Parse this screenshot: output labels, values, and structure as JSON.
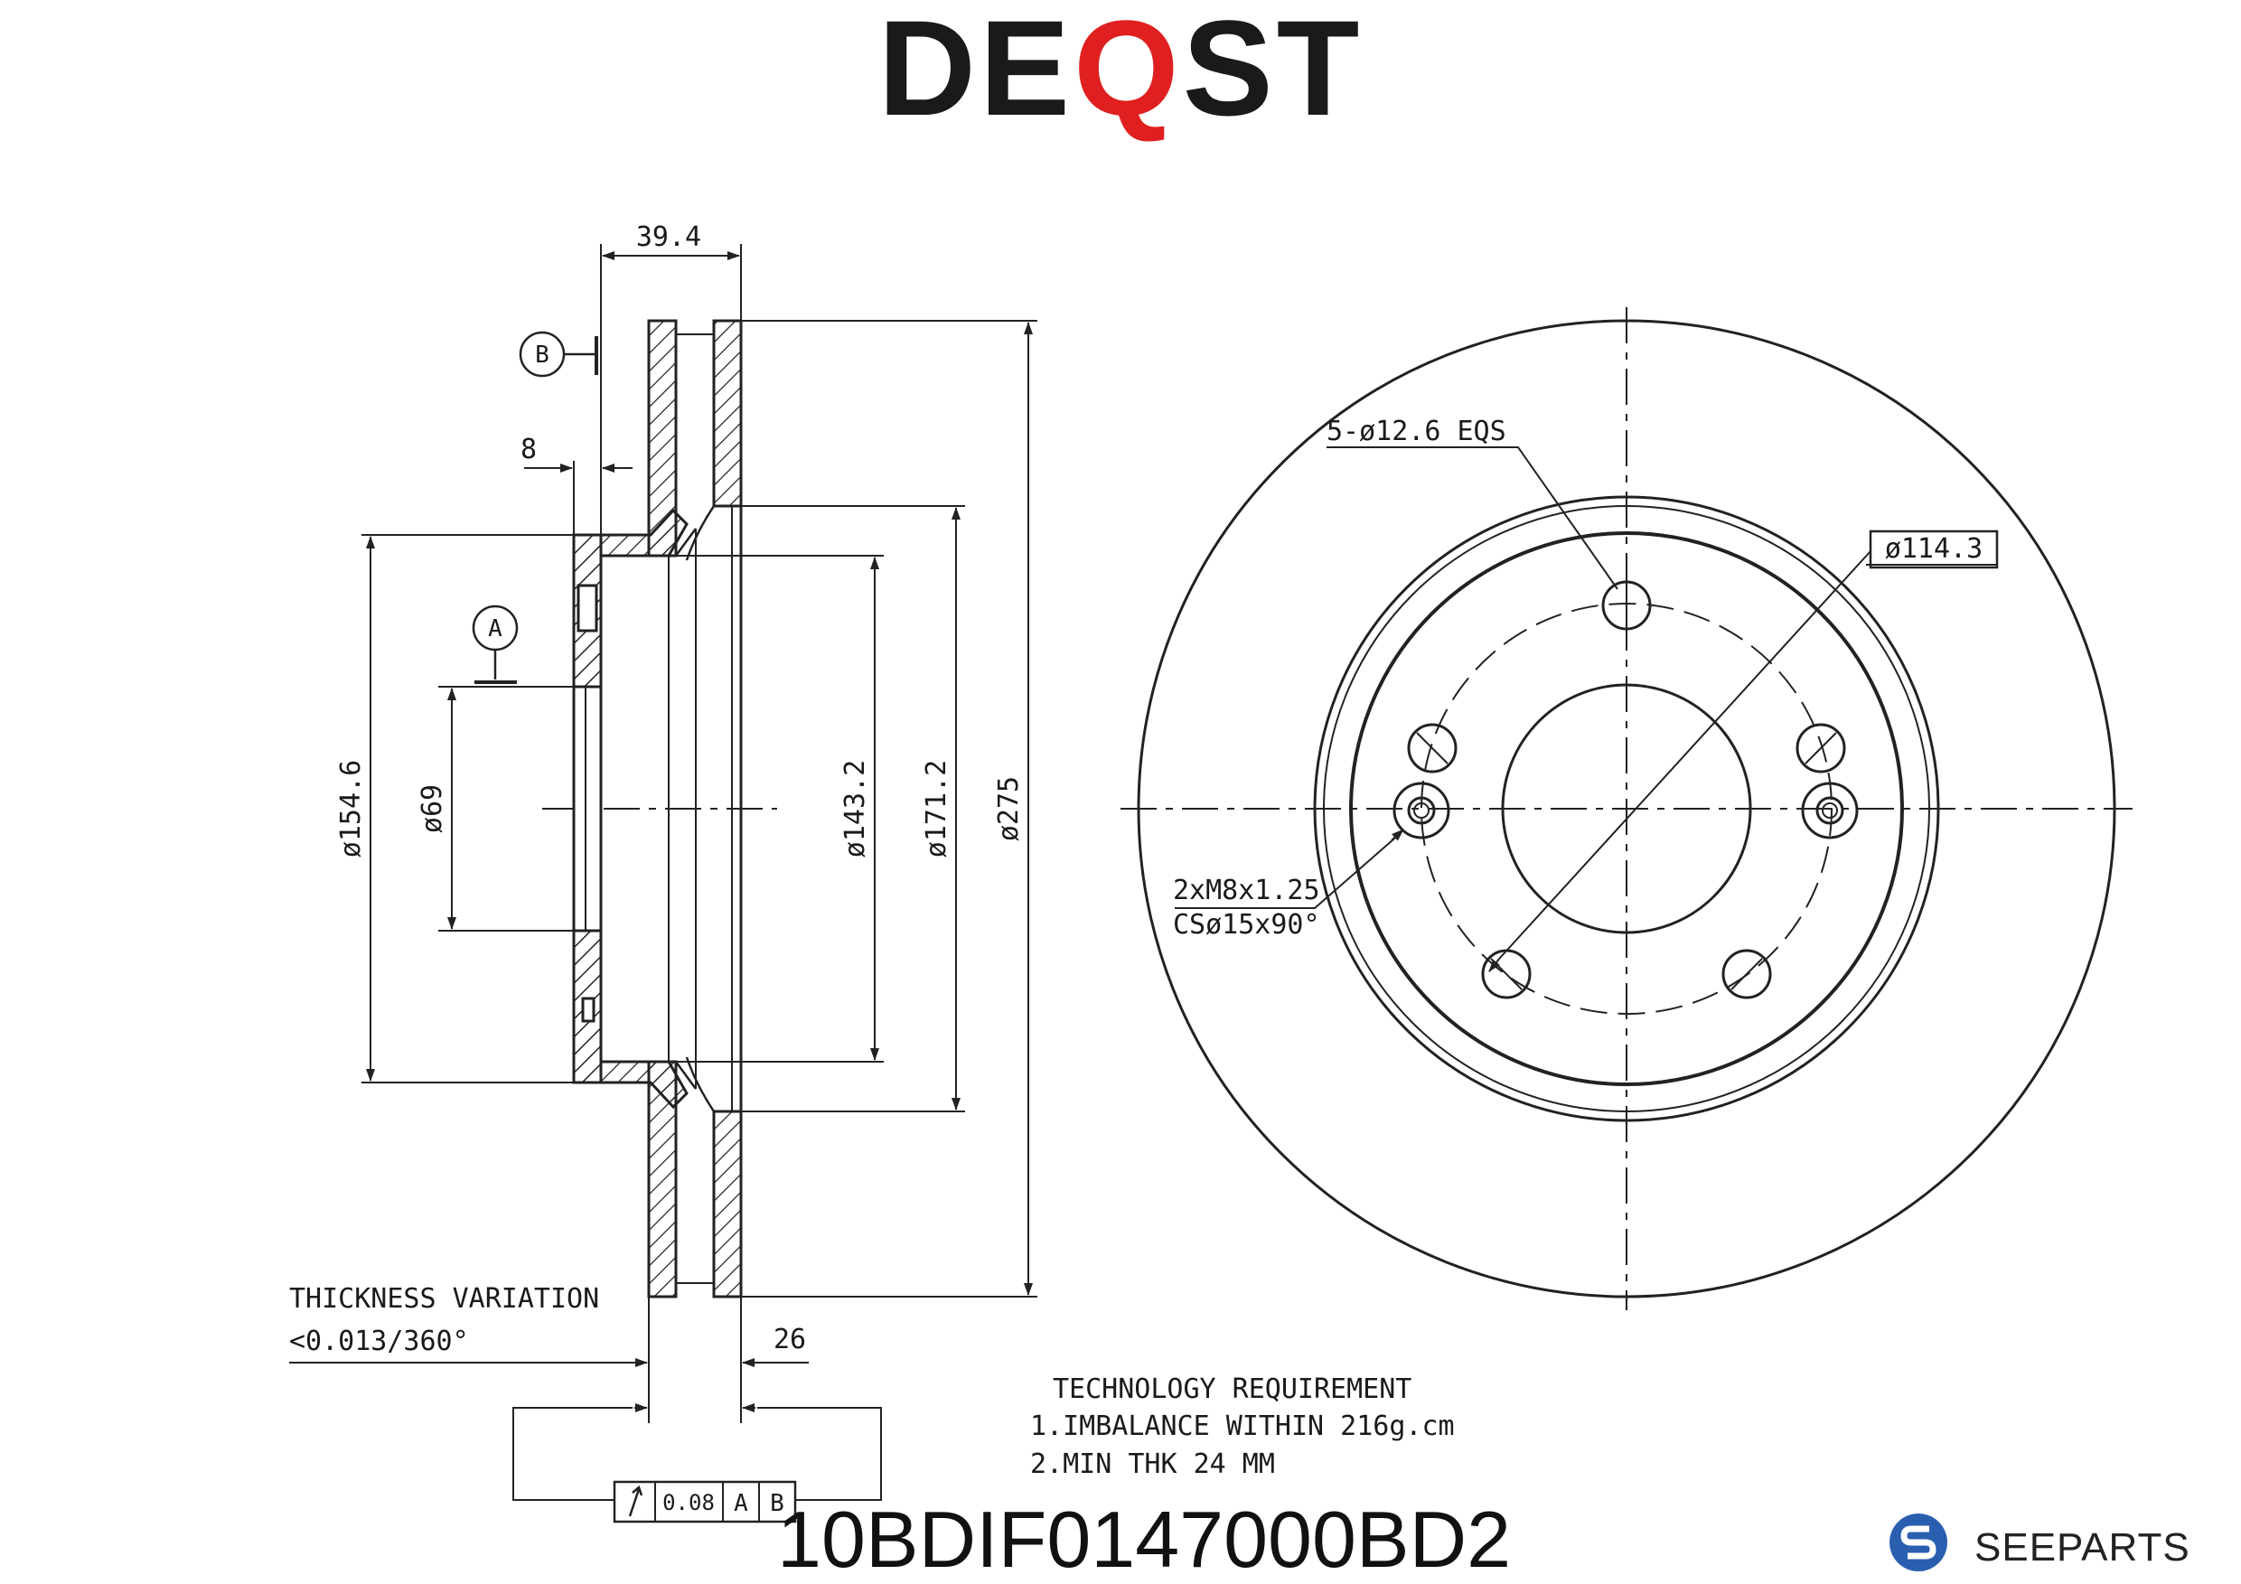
{
  "brand": {
    "left": "DE",
    "accent": "Q",
    "right": "ST",
    "accent_color": "#e02020"
  },
  "part_number": "10BDIF0147000BD2",
  "seller_logo": "SEEPARTS",
  "seller_icon": "seeparts-logo-icon",
  "side_view": {
    "dim_width": "39.4",
    "dim_hat_offset": "8",
    "dim_outer_d154": "ø154.6",
    "dim_bore": "ø69",
    "dim_d143": "ø143.2",
    "dim_d171": "ø171.2",
    "dim_d275": "ø275",
    "dim_thickness": "26",
    "datum_a": "A",
    "datum_b": "B",
    "thickness_variation_title": "THICKNESS VARIATION",
    "thickness_variation_value": "<0.013/360°",
    "runout_tolerance": "0.08",
    "runout_ref_a": "A",
    "runout_ref_b": "B"
  },
  "front_view": {
    "bolt_holes": "5-ø12.6 EQS",
    "pcd": "ø114.3",
    "thread_line1": "2xM8x1.25",
    "thread_line2": "CSø15x90°"
  },
  "requirements": {
    "title": "TECHNOLOGY REQUIREMENT",
    "item1": "1.IMBALANCE WITHIN 216g.cm",
    "item2": "2.MIN THK 24 MM"
  }
}
